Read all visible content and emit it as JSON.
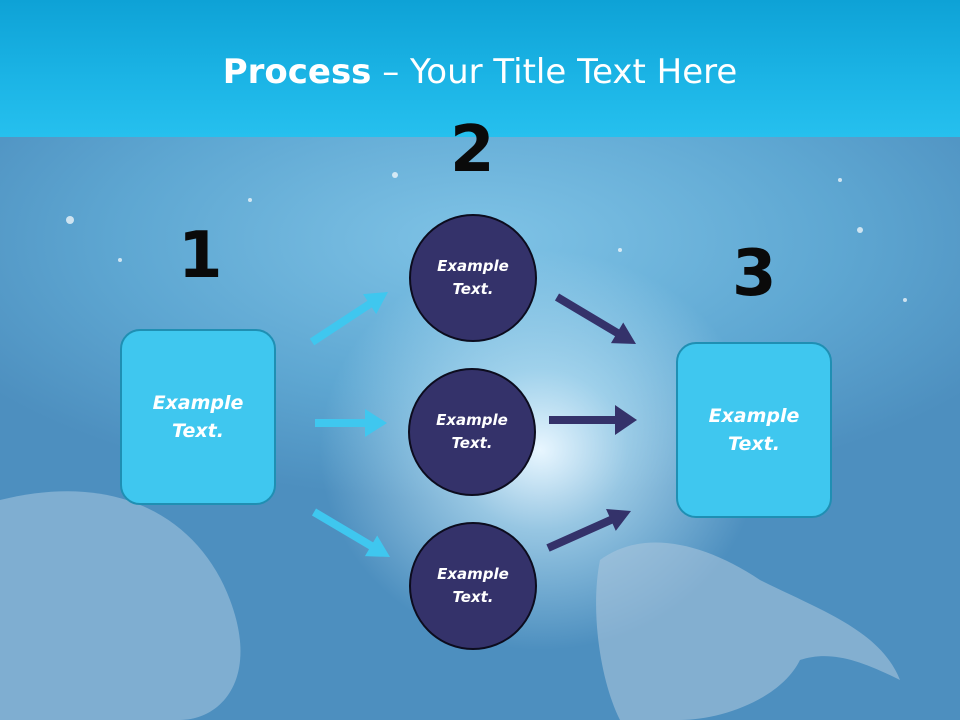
{
  "title": {
    "bold": "Process",
    "rest": " – Your Title Text Here"
  },
  "steps": [
    {
      "number": "1",
      "text": "Example Text."
    },
    {
      "number": "2"
    },
    {
      "number": "3",
      "text": "Example Text."
    }
  ],
  "circles": [
    {
      "text": "Example Text."
    },
    {
      "text": "Example Text."
    },
    {
      "text": "Example Text."
    }
  ],
  "colors": {
    "header": "#1cb5e6",
    "box_fill": "#3fc7ef",
    "circle_fill": "#34326a",
    "light_arrow": "#3fc7ef",
    "dark_arrow": "#34326a"
  }
}
